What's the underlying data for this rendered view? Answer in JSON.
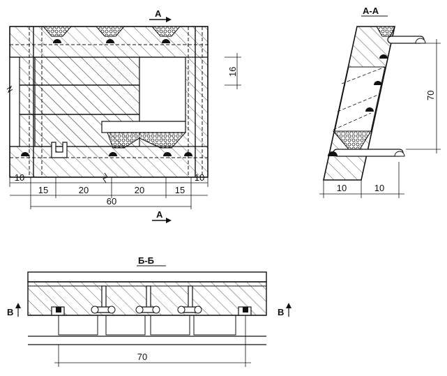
{
  "section_labels": {
    "aa_top": "A",
    "aa_bottom": "A",
    "aa_title": "A-A",
    "bb_title": "Б-Б",
    "v_left": "B",
    "v_right": "B"
  },
  "dims_plan": {
    "d10_left": "10",
    "d15_left": "15",
    "d20_a": "20",
    "d20_b": "20",
    "d15_right": "15",
    "d10_right": "10",
    "d60": "60",
    "d16": "16"
  },
  "dims_aa": {
    "d70": "70",
    "d10_a": "10",
    "d10_b": "10"
  },
  "dims_bb": {
    "d70": "70"
  },
  "colors": {
    "line": "#111111",
    "hatch": "#333333"
  }
}
